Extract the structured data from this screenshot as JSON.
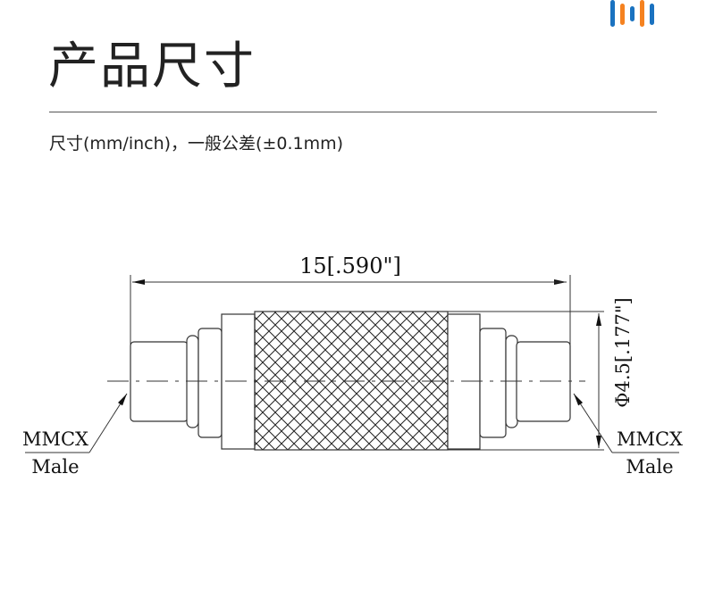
{
  "header": {
    "title": "产品尺寸",
    "subtitle": "尺寸(mm/inch)，一般公差(±0.1mm)"
  },
  "brand": {
    "colors": [
      "#1a72c0",
      "#f58220"
    ],
    "icon": "bars-logo-icon"
  },
  "drawing": {
    "length_dim": "15[.590\"]",
    "diameter_dim": "Φ4.5[.177\"]",
    "left_label": {
      "line1": "MMCX",
      "line2": "Male"
    },
    "right_label": {
      "line1": "MMCX",
      "line2": "Male"
    }
  }
}
